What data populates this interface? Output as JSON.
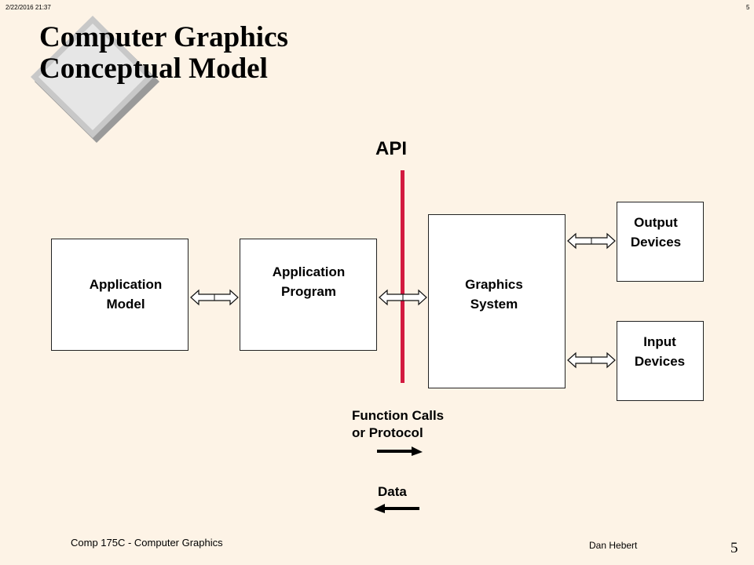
{
  "header": {
    "date": "2/22/2016  21:37",
    "slide_number": "5"
  },
  "title": {
    "line1": "Computer Graphics",
    "line2": "Conceptual Model"
  },
  "diagram": {
    "api_label": "API",
    "application_model": {
      "line1": "Application",
      "line2": "Model"
    },
    "application_program": {
      "line1": "Application",
      "line2": "Program"
    },
    "graphics_system": {
      "line1": "Graphics",
      "line2": "System"
    },
    "output_devices": {
      "line1": "Output",
      "line2": "Devices"
    },
    "input_devices": {
      "line1": "Input",
      "line2": "Devices"
    },
    "api_color": "#d21a40"
  },
  "legend": {
    "function_calls_line1": "Function Calls",
    "function_calls_line2": "or Protocol",
    "data_label": "Data"
  },
  "footer": {
    "course": "Comp 175C - Computer Graphics",
    "author": "Dan Hebert",
    "page": "5"
  }
}
